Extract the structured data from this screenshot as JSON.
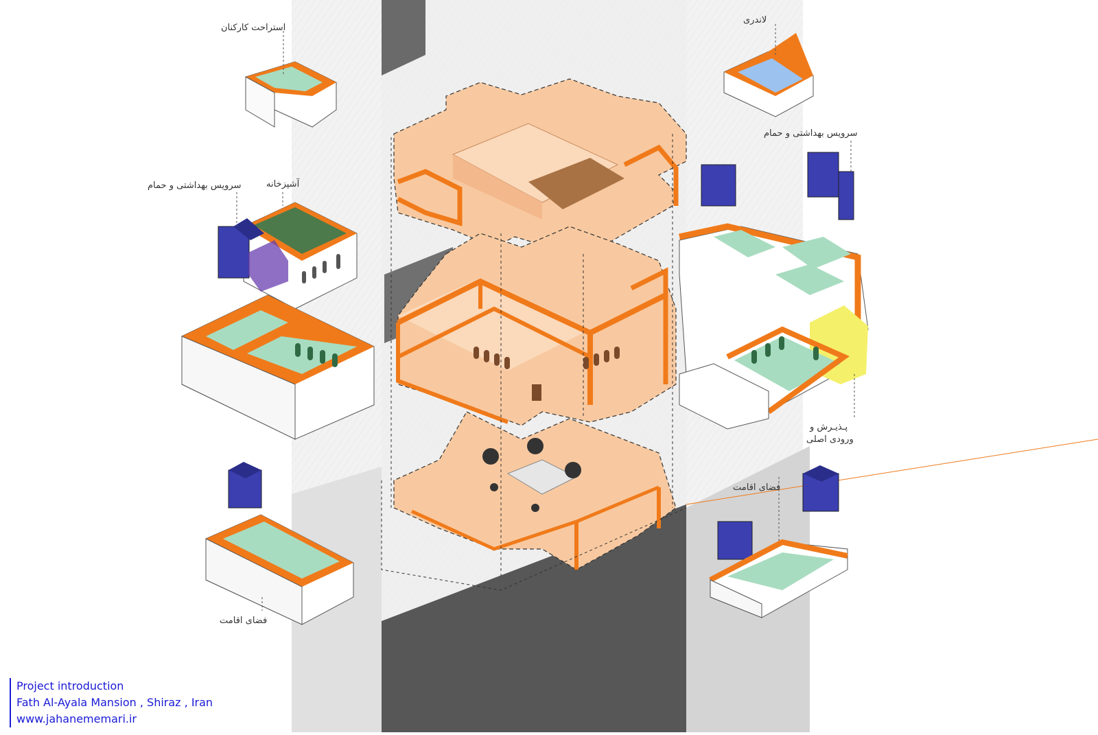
{
  "labels": {
    "staff_rest": "استراحت کارکنان",
    "laundry": "لاندری",
    "wc_bath_right": "سرویس بهداشتی و حمام",
    "wc_bath_left": "سرویس بهداشتی و حمام",
    "kitchen": "آشپزخانه",
    "reception_line1": "پـذیـرش و",
    "reception_line2": "ورودی اصلی",
    "residence_right": "فضای اقامت",
    "residence_left": "فضای اقامت"
  },
  "caption": {
    "line1": "Project introduction",
    "line2": "Fath Al-Ayala Mansion , Shiraz , Iran",
    "line3": "www.jahanememari.ir"
  },
  "colors": {
    "orange": "#f07a1a",
    "peach": "#f8c9a0",
    "green": "#a8dcc0",
    "blue": "#3b3fb0",
    "lightblue": "#9cc2ef",
    "yellow": "#f4f06a",
    "darkgreen": "#4d7a4a",
    "road": "#5a5a5a",
    "caption_blue": "#1a1ad6"
  }
}
